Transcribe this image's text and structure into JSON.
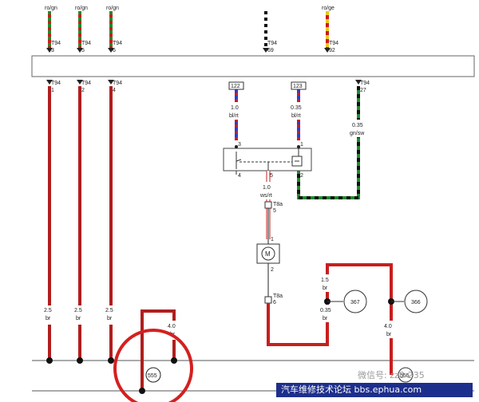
{
  "top_wires": [
    {
      "color": "ro/gn",
      "connector": "T94",
      "pin": "3"
    },
    {
      "color": "ro/gn",
      "connector": "T94",
      "pin": "5"
    },
    {
      "color": "ro/gn",
      "connector": "T94",
      "pin": "6"
    },
    {
      "color": "",
      "connector": "T94",
      "pin": "69"
    },
    {
      "color": "ro/ge",
      "connector": "T94",
      "pin": "92"
    }
  ],
  "lower_pins": [
    {
      "connector": "T94",
      "pin": "1"
    },
    {
      "connector": "T94",
      "pin": "2"
    },
    {
      "connector": "T94",
      "pin": "4"
    },
    {
      "connector": "T94",
      "pin": "27"
    }
  ],
  "left_wires": [
    {
      "size": "2.5",
      "color": "br"
    },
    {
      "size": "2.5",
      "color": "br"
    },
    {
      "size": "2.5",
      "color": "br"
    }
  ],
  "ref_boxes": [
    "122",
    "123"
  ],
  "mid_wires": [
    {
      "size": "1.0",
      "color": "bl/rt"
    },
    {
      "size": "0.35",
      "color": "bl/rt"
    },
    {
      "size": "0.35",
      "color": "gn/sw"
    },
    {
      "size": "1.0",
      "color": "ws/rt"
    }
  ],
  "relay_pins": [
    "3",
    "1",
    "4",
    "5",
    "2"
  ],
  "motor_connectors": [
    {
      "connector": "T8a",
      "pin": "5"
    },
    {
      "connector": "T8a",
      "pin": "6"
    }
  ],
  "motor_pins": [
    "1",
    "2"
  ],
  "motor_symbol": "M",
  "right_wires": [
    {
      "size": "1.5",
      "color": "br"
    },
    {
      "size": "0.35",
      "color": "br"
    },
    {
      "size": "4.0",
      "color": "br"
    },
    {
      "size": "4.0",
      "color": "br"
    }
  ],
  "circles": [
    "367",
    "366",
    "555",
    "555"
  ],
  "watermark_top": "微信号: zz8-235",
  "watermark_bar": "汽车维修技术论坛 bbs.ephua.com",
  "colors": {
    "wire_red": "#c81e1e",
    "wire_brown": "#8b1a1a",
    "wire_green": "#1e8c2c",
    "wire_black": "#111111",
    "wire_yellow": "#e8c81e",
    "bar_blue": "#1d2f8c"
  }
}
